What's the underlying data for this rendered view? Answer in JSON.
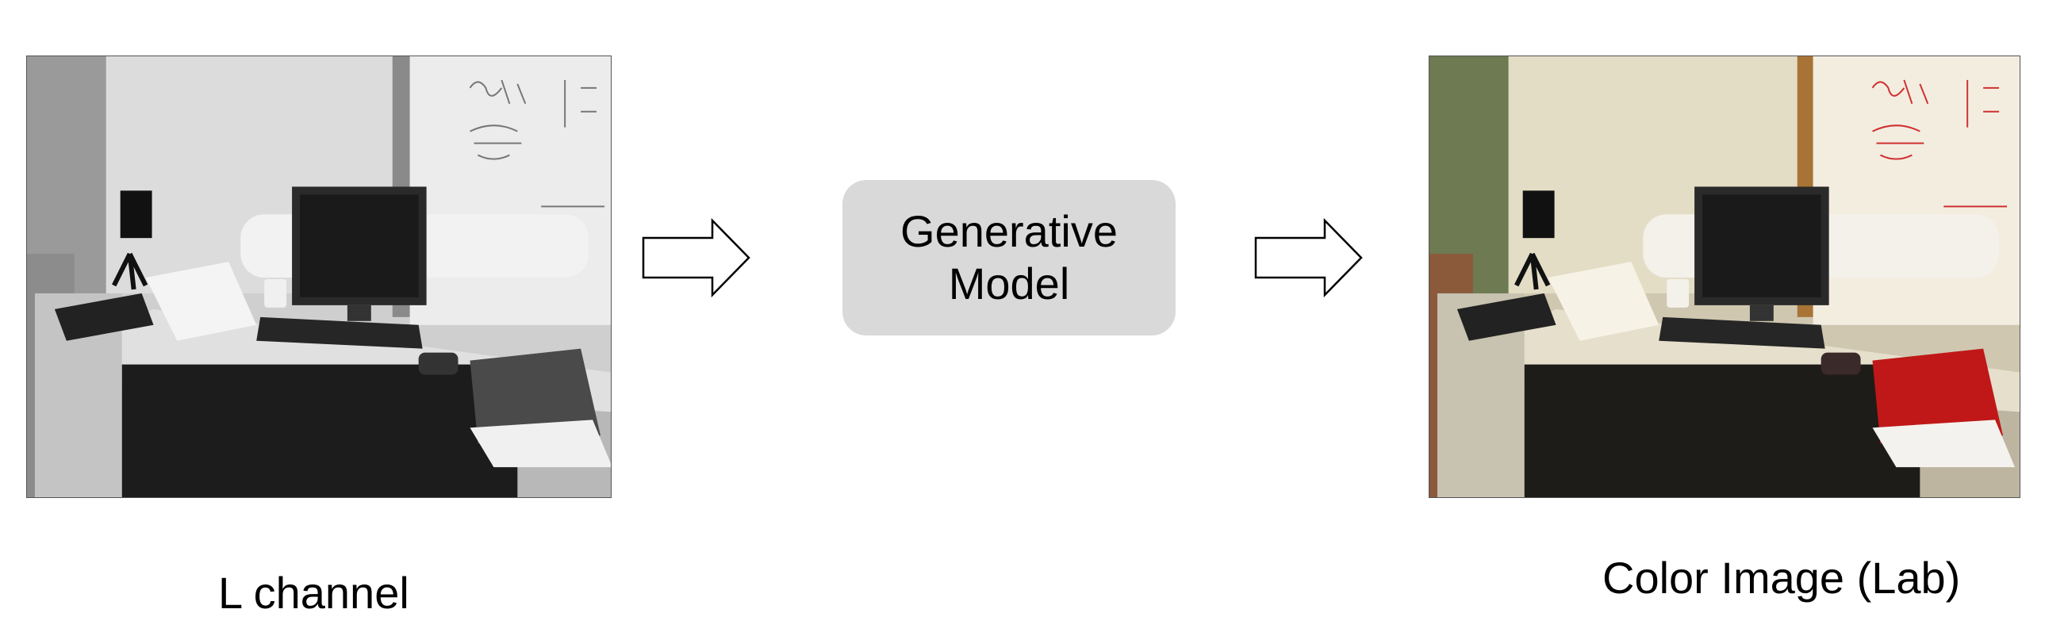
{
  "input_label": "L channel",
  "model_label": "Generative\nModel",
  "output_label": "Color Image (Lab)",
  "icons": {
    "input_image": "grayscale-office-desk-photo",
    "arrow": "right-arrow-outline",
    "output_image": "colorized-office-desk-photo"
  },
  "colors": {
    "model_box": "#d9d9d9",
    "whiteboard_marker": "#d03030",
    "book_red": "#c01818",
    "wall_green": "#6e7a52"
  }
}
